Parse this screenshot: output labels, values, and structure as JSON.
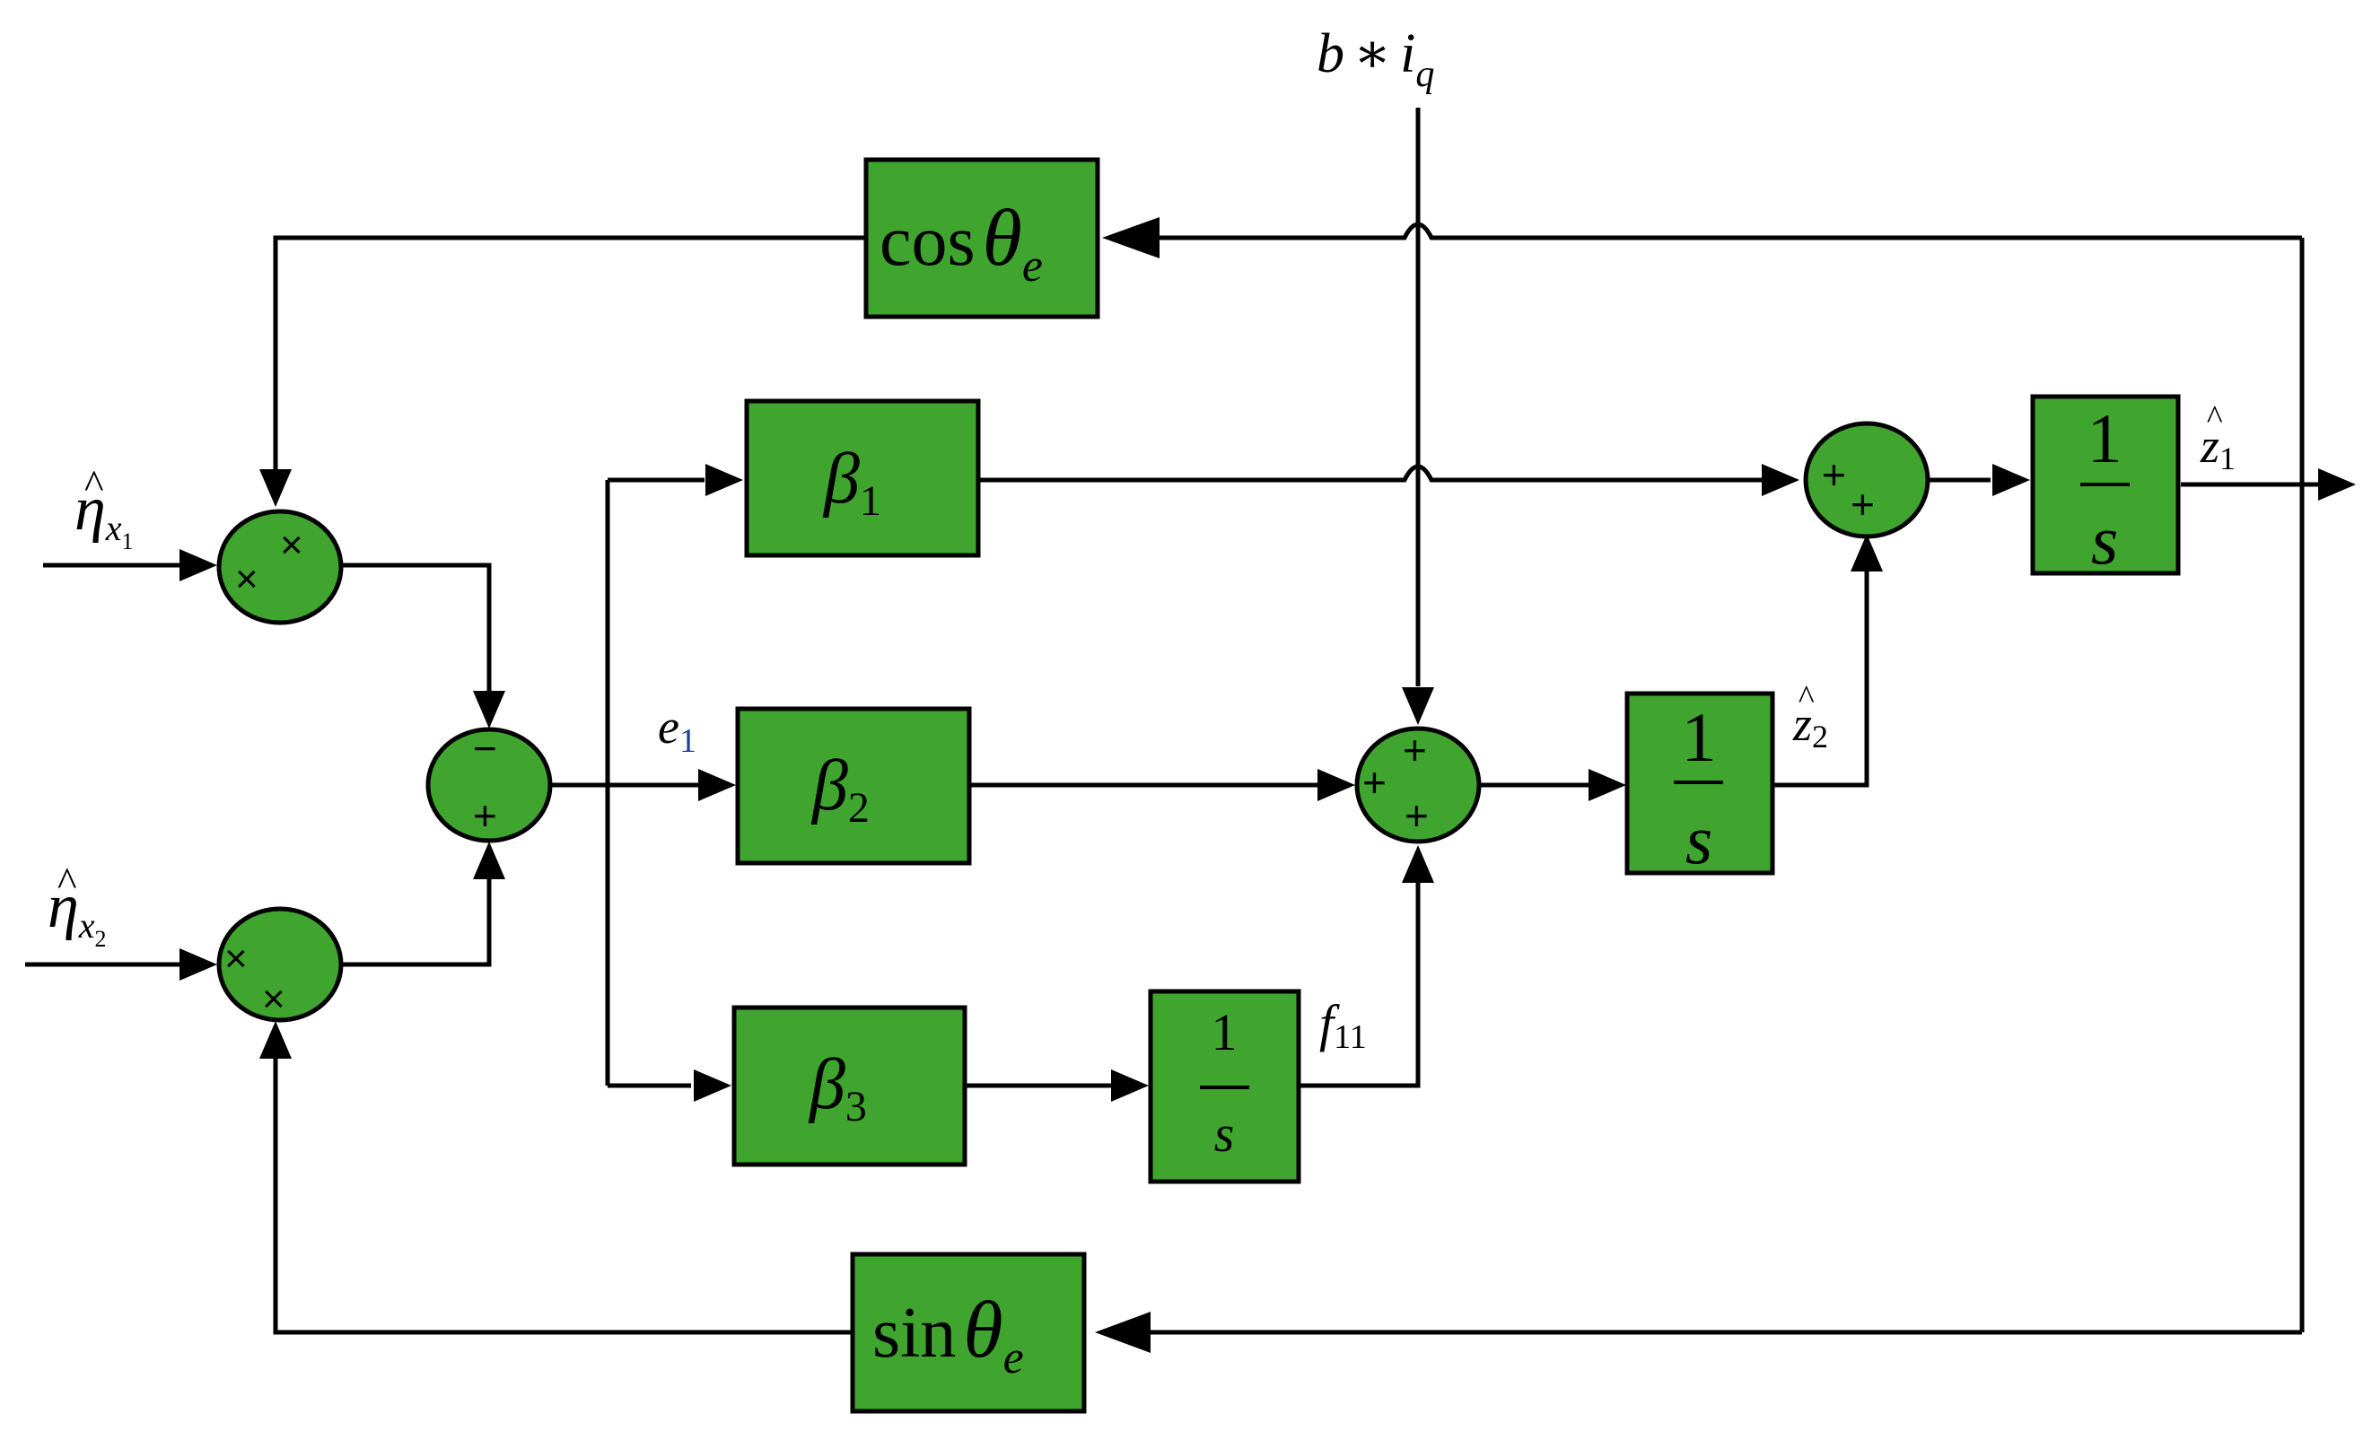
{
  "colors": {
    "block_fill": "#3fa52f",
    "line": "#000000",
    "background": "#ffffff"
  },
  "inputs": {
    "top": {
      "base": "b",
      "op": "∗",
      "var": "i",
      "sub": "q"
    },
    "eta1": {
      "hat": "^",
      "base": "η",
      "sub": "x",
      "subsub": "1"
    },
    "eta2": {
      "hat": "^",
      "base": "η",
      "sub": "x",
      "subsub": "2"
    }
  },
  "blocks": {
    "cos": {
      "func": "cos",
      "var": "θ",
      "sub": "e"
    },
    "sin": {
      "func": "sin",
      "var": "θ",
      "sub": "e"
    },
    "beta1": {
      "var": "β",
      "sub": "1"
    },
    "beta2": {
      "var": "β",
      "sub": "2"
    },
    "beta3": {
      "var": "β",
      "sub": "3"
    },
    "integrator": {
      "numerator": "1",
      "denominator": "s"
    }
  },
  "signals": {
    "e1": {
      "var": "e",
      "sub": "1"
    },
    "z1": {
      "hat": "^",
      "var": "z",
      "sub": "1"
    },
    "z2": {
      "hat": "^",
      "var": "z",
      "sub": "2"
    },
    "f11": {
      "var": "f",
      "sub": "11"
    }
  },
  "signs": {
    "multiply": "×",
    "minus": "−",
    "plus": "+"
  }
}
